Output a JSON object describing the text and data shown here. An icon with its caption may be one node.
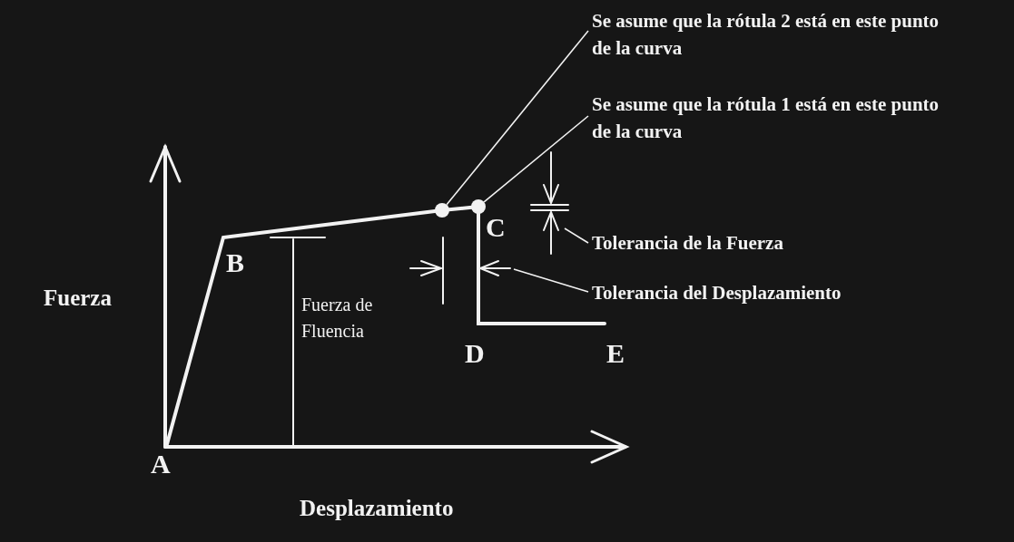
{
  "diagram": {
    "nodes": [
      {
        "text": [
          "Se asume que la rótula 2 está en este punto de la curva"
        ]
      },
      {
        "text": [],
        "shape": "circle"
      },
      {
        "text": [
          "Se asume que la rótula 1 está en este punto de la curva"
        ]
      },
      {
        "text": [],
        "shape": "circle"
      },
      {
        "text": [
          "Tolerancia de la Fuerza"
        ]
      },
      {
        "text": [
          "Tolerancia del Desplazamiento"
        ]
      }
    ],
    "edges": [
      {
        "from": 0,
        "to": 1,
        "arrow": "none"
      },
      {
        "from": 2,
        "to": 3,
        "arrow": "none"
      },
      {
        "from": 4,
        "to": null,
        "arrow": "none"
      },
      {
        "from": 5,
        "to": null,
        "arrow": "none"
      }
    ],
    "labels": [
      "C",
      "B",
      "Fuerza",
      "Fuerza de Fluencia",
      "D",
      "E",
      "A",
      "Desplazamiento"
    ]
  }
}
